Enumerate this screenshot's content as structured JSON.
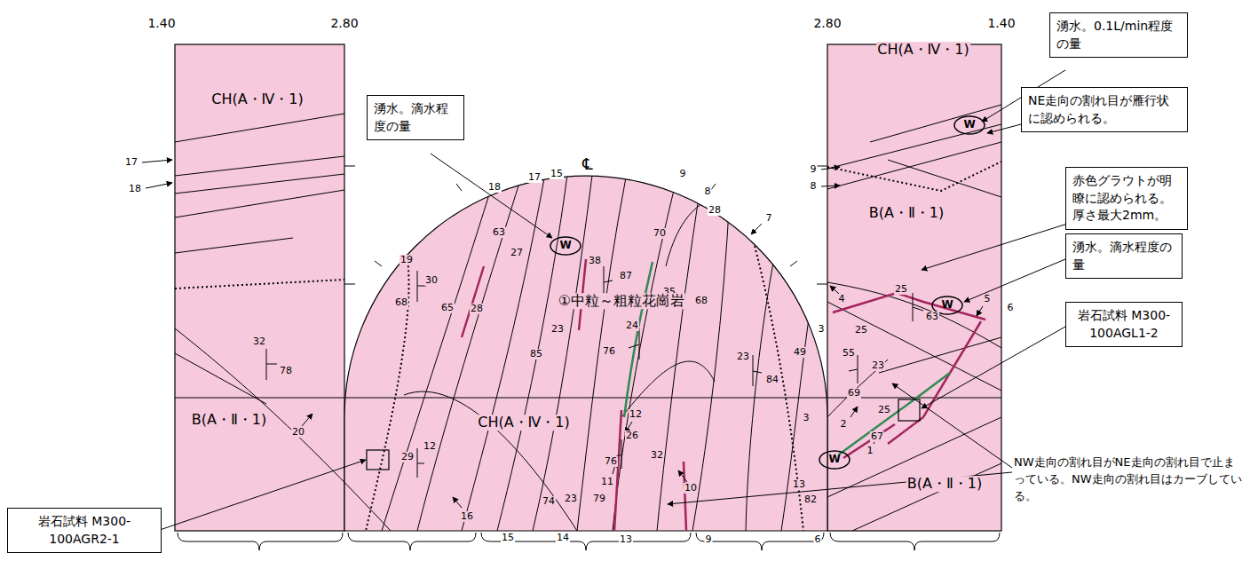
{
  "diagram": {
    "nodes": [
      {
        "text": [
          "湧水。滴水程度の量"
        ]
      },
      {
        "text": [
          "湧水。0.1L/min程度の量"
        ]
      },
      {
        "text": [
          "NE走向の割れ目が雁行状に認められる。"
        ]
      },
      {
        "text": [
          "赤色グラウトが明瞭に認められる。厚さ最大2mm。"
        ]
      },
      {
        "text": [
          "湧水。滴水程度の量"
        ]
      },
      {
        "text": [
          "岩石試料 M300-100AGL1-2"
        ]
      },
      {
        "text": [
          "岩石試料 M300-100AGR2-1"
        ]
      }
    ],
    "labels": [
      "1.40",
      "2.80",
      "2.80",
      "1.40",
      "CH(A・Ⅳ・1)",
      "17",
      "18",
      "B(A・Ⅱ・1)",
      "32",
      "78",
      "20",
      "℄",
      "19",
      "30",
      "68",
      "18",
      "27",
      "63",
      "17",
      "15",
      "38",
      "87",
      "9",
      "8",
      "28",
      "70",
      "7",
      "35",
      "68",
      "W",
      "①中粒～粗粒花崗岩",
      "65",
      "28",
      "23",
      "85",
      "24",
      "76",
      "23",
      "84",
      "12",
      "CH(A・Ⅳ・1)",
      "26",
      "76",
      "11",
      "12",
      "29",
      "32",
      "10",
      "23",
      "74",
      "79",
      "16",
      "15",
      "14",
      "13",
      "9",
      "6",
      "13",
      "82",
      "3",
      "9",
      "8",
      "CH(A・Ⅳ・1)",
      "W",
      "B(A・Ⅱ・1)",
      "4",
      "25",
      "63",
      "W",
      "5",
      "6",
      "3",
      "49",
      "55",
      "25",
      "23",
      "69",
      "25",
      "2",
      "67",
      "1",
      "W",
      "B(A・Ⅱ・1)",
      "NW走向の割れ目がNE走向の割れ目で止まっている。NW走向の割れ目はカーブしている。"
    ]
  }
}
